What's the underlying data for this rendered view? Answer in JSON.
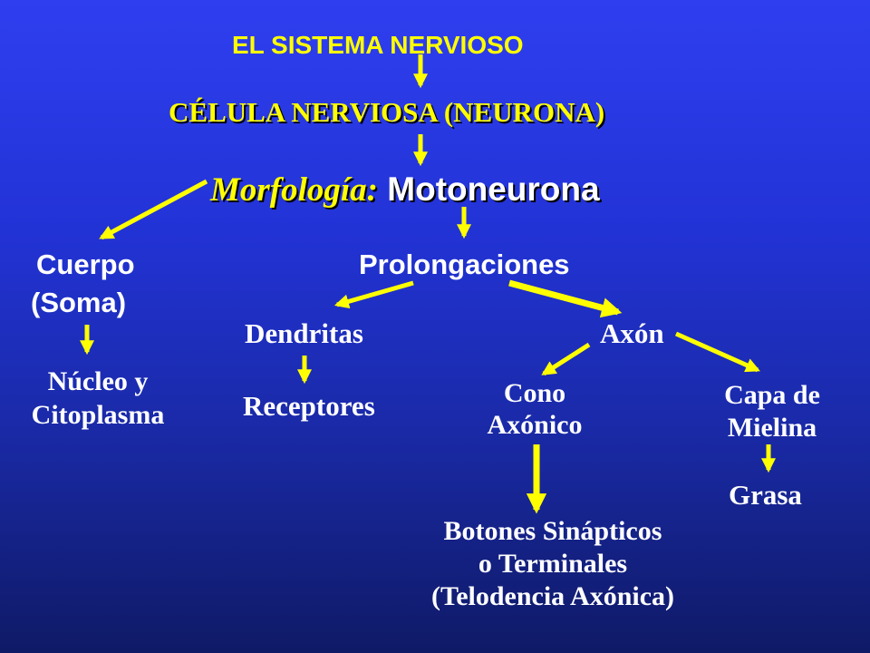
{
  "colors": {
    "arrow": "#ffff00",
    "text_white": "#ffffff",
    "text_yellow": "#ffff00",
    "background_top": "#2f3ff0",
    "background_bottom": "#0f1a66"
  },
  "diagram": {
    "title": "EL SISTEMA NERVIOSO",
    "subtitle": "CÉLULA NERVIOSA (NEURONA)",
    "morfologia_label": "Morfología:",
    "morfologia_value": "Motoneurona",
    "cuerpo": "Cuerpo",
    "soma": "(Soma)",
    "nucleo_line1": "Núcleo y",
    "nucleo_line2": "Citoplasma",
    "prolongaciones": "Prolongaciones",
    "dendritas": "Dendritas",
    "receptores": "Receptores",
    "axon": "Axón",
    "cono_line1": "Cono",
    "cono_line2": "Axónico",
    "capa_line1": "Capa de",
    "capa_line2": "Mielina",
    "grasa": "Grasa",
    "botones_line1": "Botones Sinápticos",
    "botones_line2": "o Terminales",
    "botones_line3": "(Telodencia Axónica)"
  }
}
